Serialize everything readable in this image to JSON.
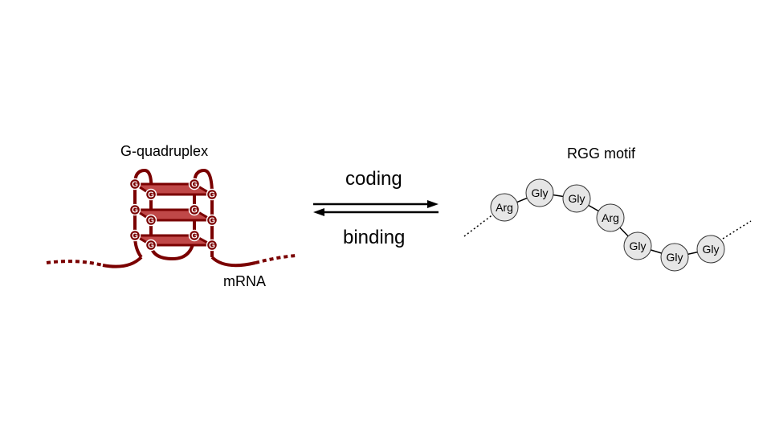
{
  "g_quadruplex": {
    "title": "G-quadruplex",
    "strand_label": "mRNA",
    "base_letter": "G",
    "colors": {
      "strand": "#7a0000",
      "tetrad_fill": "#c04848",
      "base_fill": "#7a0000",
      "base_text": "#ffffff"
    }
  },
  "equilibrium": {
    "forward_label": "coding",
    "reverse_label": "binding",
    "arrow_color": "#000000"
  },
  "rgg_motif": {
    "title": "RGG motif",
    "residues": [
      "Arg",
      "Gly",
      "Gly",
      "Arg",
      "Gly",
      "Gly",
      "Gly"
    ],
    "colors": {
      "residue_fill": "#e6e6e6",
      "residue_stroke": "#333333"
    }
  }
}
